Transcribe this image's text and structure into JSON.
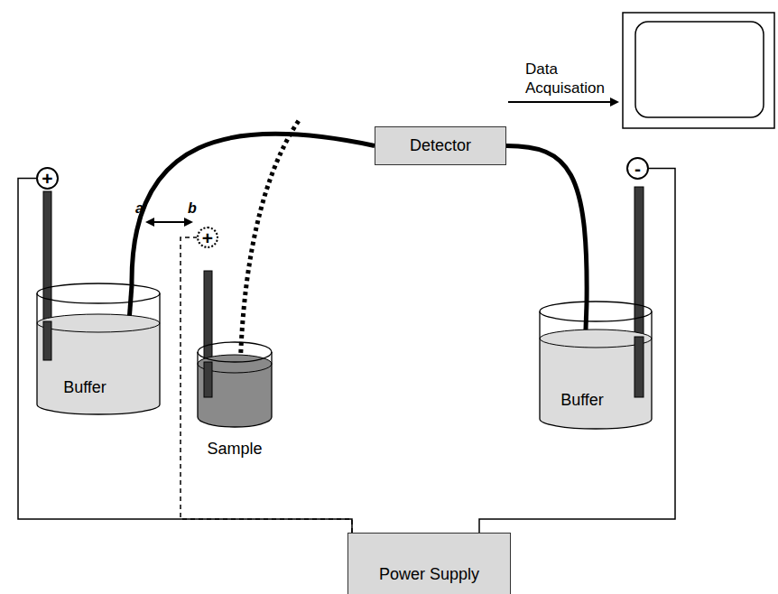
{
  "diagram": {
    "nodes": [
      {
        "text": [
          "+"
        ]
      },
      {
        "text": [
          "Buffer"
        ]
      },
      {
        "text": [
          "+"
        ]
      },
      {
        "text": [
          "Sample"
        ]
      },
      {
        "text": [
          "Detector"
        ]
      },
      {
        "text": [
          "-"
        ]
      },
      {
        "text": [
          "Buffer"
        ]
      },
      {
        "text": [
          "Power Supply"
        ]
      }
    ],
    "edges": [
      {
        "from": 1,
        "to": 4,
        "arrow": "none"
      },
      {
        "from": 4,
        "to": 6,
        "arrow": "none"
      },
      {
        "from": 7,
        "to": 0,
        "arrow": "none"
      },
      {
        "from": 7,
        "to": 2,
        "arrow": "none"
      },
      {
        "from": 7,
        "to": 5,
        "arrow": "none"
      }
    ],
    "labels": [
      "Data Acquisation",
      "a",
      "b"
    ]
  }
}
